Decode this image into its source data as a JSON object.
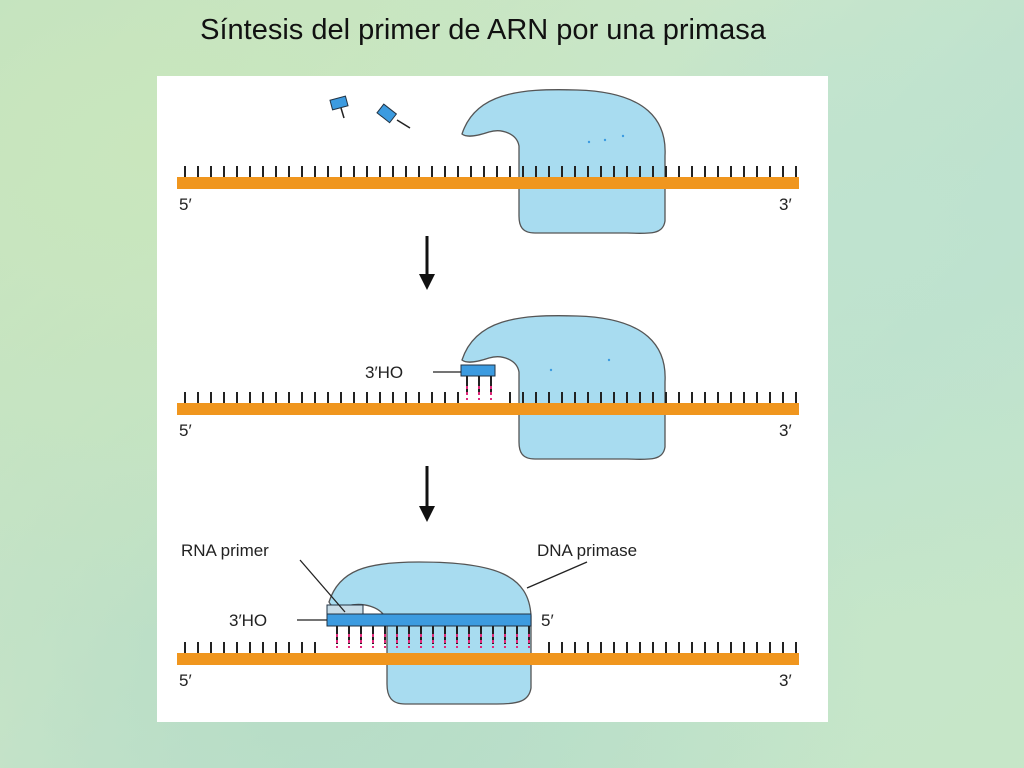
{
  "slide": {
    "title": "Síntesis del primer de ARN por una primasa"
  },
  "diagram": {
    "strand_end_left": "5′",
    "strand_end_right": "3′",
    "hydroxyl_label": "3′HO",
    "rna_primer_label": "RNA primer",
    "dna_primase_label": "DNA primase",
    "primer_end_label": "5′",
    "colors": {
      "dna_strand": "#f0961e",
      "primase": "#a8dcf0",
      "primer": "#3c9be0",
      "base_pair": "#e0287a"
    }
  }
}
